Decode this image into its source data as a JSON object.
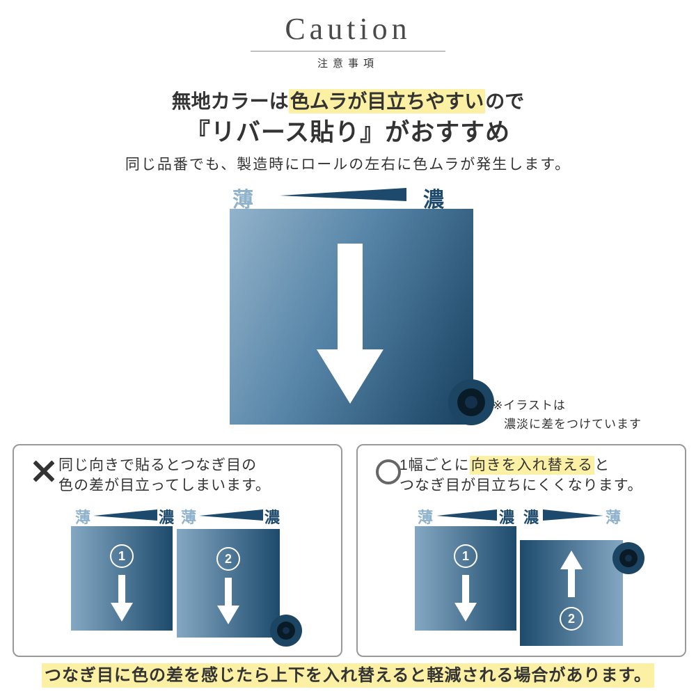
{
  "header": {
    "title": "Caution",
    "subtitle": "注意事項"
  },
  "intro": {
    "line1_pre": "無地カラーは",
    "line1_highlight": "色ムラが目立ちやすい",
    "line1_post": "ので",
    "line2": "『リバース貼り』がおすすめ",
    "line3": "同じ品番でも、製造時にロールの左右に色ムラが発生します。"
  },
  "main_diagram": {
    "label_light": "薄",
    "label_dark": "濃",
    "note_line1": "※イラストは",
    "note_line2": "濃淡に差をつけています"
  },
  "bad_example": {
    "text_line1": "同じ向きで貼るとつなぎ目の",
    "text_line2": "色の差が目立ってしまいます。",
    "label_light_1": "薄",
    "label_dark_1": "濃",
    "label_light_2": "薄",
    "label_dark_2": "濃",
    "panel1_number": "1",
    "panel2_number": "2"
  },
  "good_example": {
    "text_line1_pre": "1幅ごとに",
    "text_line1_highlight": "向きを入れ替える",
    "text_line1_post": "と",
    "text_line2": "つなぎ目が目立ちにくくなります。",
    "label_light_1": "薄",
    "label_dark_1": "濃",
    "label_dark_2": "濃",
    "label_light_2": "薄",
    "panel1_number": "1",
    "panel2_number": "2"
  },
  "footer": {
    "text": "つなぎ目に色の差を感じたら上下を入れ替えると軽減される場合があります。"
  },
  "colors": {
    "dark_blue": "#1d4a6c",
    "light_blue": "#8fb2cd",
    "highlight_yellow": "#fbf0a3"
  }
}
